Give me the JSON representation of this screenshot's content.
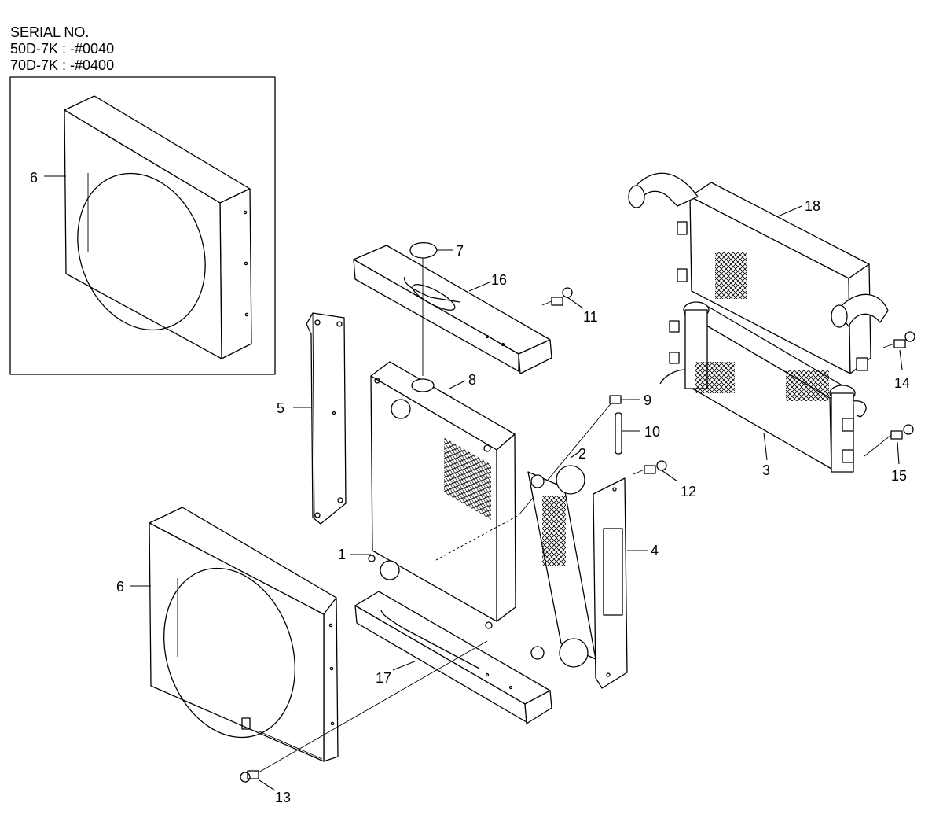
{
  "serial": {
    "heading": "SERIAL NO.",
    "line1": "50D-7K : -#0040",
    "line2": "70D-7K : -#0400"
  },
  "callouts": {
    "c1": "1",
    "c2": "2",
    "c3": "3",
    "c4": "4",
    "c5": "5",
    "c6_inset": "6",
    "c6_main": "6",
    "c7": "7",
    "c8": "8",
    "c9": "9",
    "c10": "10",
    "c11": "11",
    "c12": "12",
    "c13": "13",
    "c14": "14",
    "c15": "15",
    "c16": "16",
    "c17": "17",
    "c18": "18"
  }
}
